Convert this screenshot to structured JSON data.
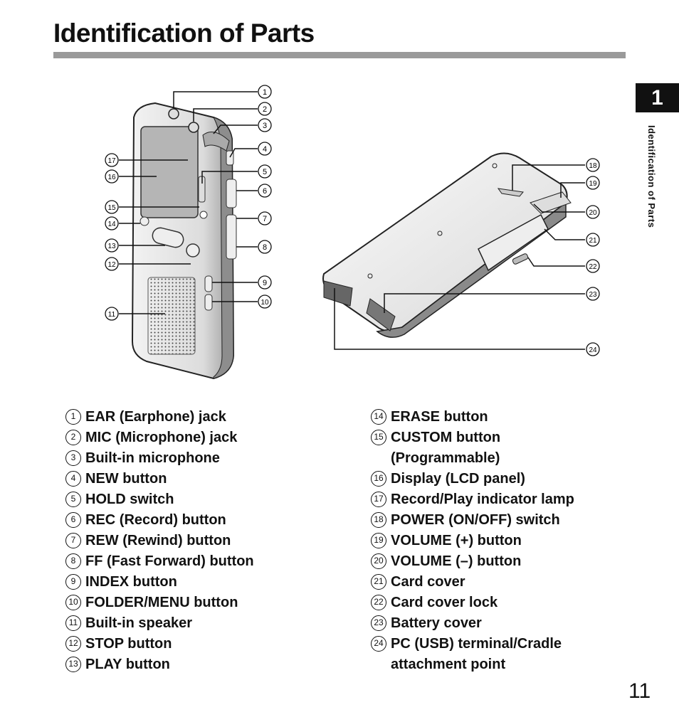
{
  "page": {
    "title": "Identification of Parts",
    "chapter_tab": "1",
    "side_label": "Identification of Parts",
    "page_number": "11"
  },
  "callouts": [
    "1",
    "2",
    "3",
    "4",
    "5",
    "6",
    "7",
    "8",
    "9",
    "10",
    "11",
    "12",
    "13",
    "14",
    "15",
    "16",
    "17",
    "18",
    "19",
    "20",
    "21",
    "22",
    "23",
    "24"
  ],
  "parts_left": [
    {
      "num": "1",
      "label": "EAR (Earphone) jack"
    },
    {
      "num": "2",
      "label": "MIC (Microphone) jack"
    },
    {
      "num": "3",
      "label": "Built-in microphone"
    },
    {
      "num": "4",
      "label": "NEW button"
    },
    {
      "num": "5",
      "label": "HOLD switch"
    },
    {
      "num": "6",
      "label": "REC (Record) button"
    },
    {
      "num": "7",
      "label": "REW (Rewind) button"
    },
    {
      "num": "8",
      "label": "FF (Fast Forward) button"
    },
    {
      "num": "9",
      "label": "INDEX button"
    },
    {
      "num": "10",
      "label": "FOLDER/MENU button"
    },
    {
      "num": "11",
      "label": "Built-in speaker"
    },
    {
      "num": "12",
      "label": "STOP button"
    },
    {
      "num": "13",
      "label": "PLAY button"
    }
  ],
  "parts_right": [
    {
      "num": "14",
      "label": "ERASE button"
    },
    {
      "num": "15",
      "label": "CUSTOM button (Programmable)"
    },
    {
      "num": "16",
      "label": "Display (LCD panel)"
    },
    {
      "num": "17",
      "label": "Record/Play indicator lamp"
    },
    {
      "num": "18",
      "label": "POWER (ON/OFF) switch"
    },
    {
      "num": "19",
      "label": "VOLUME (+) button"
    },
    {
      "num": "20",
      "label": "VOLUME (–) button"
    },
    {
      "num": "21",
      "label": "Card cover"
    },
    {
      "num": "22",
      "label": "Card cover lock"
    },
    {
      "num": "23",
      "label": "Battery cover"
    },
    {
      "num": "24",
      "label": "PC (USB) terminal/Cradle attachment point"
    }
  ]
}
